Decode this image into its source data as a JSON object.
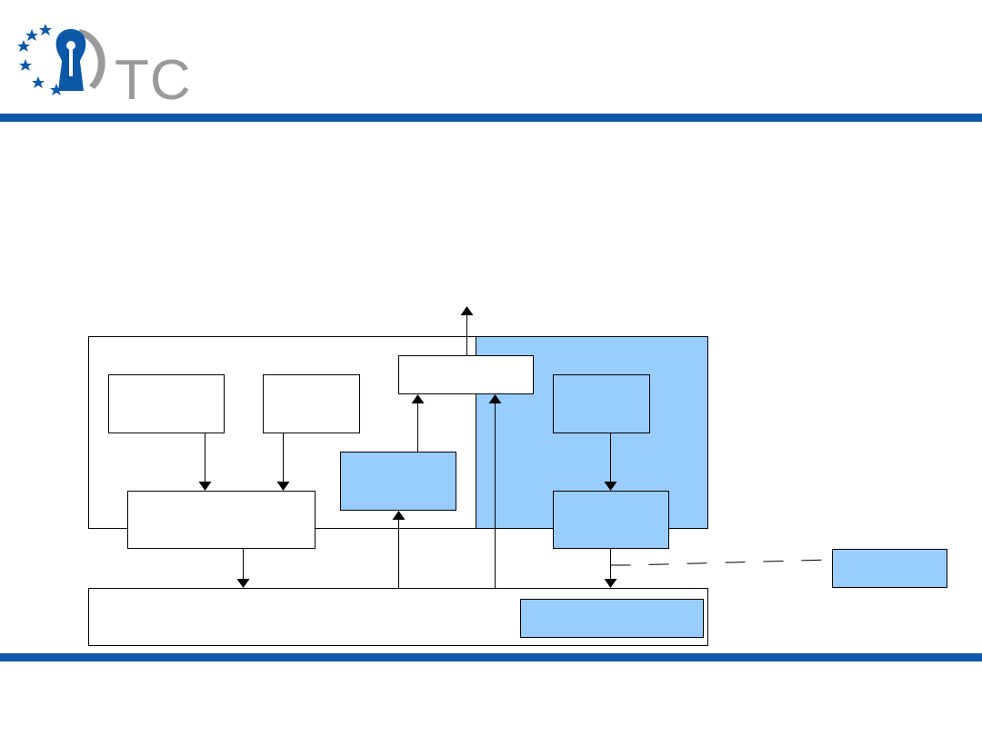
{
  "logo": {
    "text": "TC",
    "icon": "keyhole-with-stars-icon"
  },
  "colors": {
    "brand_blue": "#0b57a8",
    "logo_gray": "#9a9a9a",
    "box_fill": "#99ccff",
    "stroke": "#000000"
  },
  "diagram": {
    "nodes": [
      {
        "id": "outer-left-container",
        "fill": "white"
      },
      {
        "id": "outer-right-container",
        "fill": "blue"
      },
      {
        "id": "box-a",
        "fill": "white"
      },
      {
        "id": "box-b",
        "fill": "white"
      },
      {
        "id": "box-c",
        "fill": "blue"
      },
      {
        "id": "box-d",
        "fill": "white"
      },
      {
        "id": "box-e",
        "fill": "blue"
      },
      {
        "id": "box-f",
        "fill": "white"
      },
      {
        "id": "box-g",
        "fill": "blue"
      },
      {
        "id": "box-h",
        "fill": "white"
      },
      {
        "id": "box-i",
        "fill": "blue"
      },
      {
        "id": "external-box",
        "fill": "blue"
      }
    ],
    "edges": [
      {
        "from": "box-a",
        "to": "box-f",
        "style": "arrow"
      },
      {
        "from": "box-b",
        "to": "box-f",
        "style": "arrow"
      },
      {
        "from": "box-f",
        "to": "box-h",
        "style": "arrow"
      },
      {
        "from": "box-h",
        "to": "box-c",
        "style": "arrow"
      },
      {
        "from": "box-c",
        "to": "box-d",
        "style": "arrow"
      },
      {
        "from": "box-h",
        "to": "box-d",
        "style": "arrow"
      },
      {
        "from": "box-d",
        "to": "outside-top",
        "style": "arrow"
      },
      {
        "from": "box-e",
        "to": "box-g",
        "style": "arrow"
      },
      {
        "from": "box-g",
        "to": "box-h",
        "style": "arrow"
      },
      {
        "from": "box-g",
        "to": "external-box",
        "style": "dashed"
      }
    ]
  }
}
